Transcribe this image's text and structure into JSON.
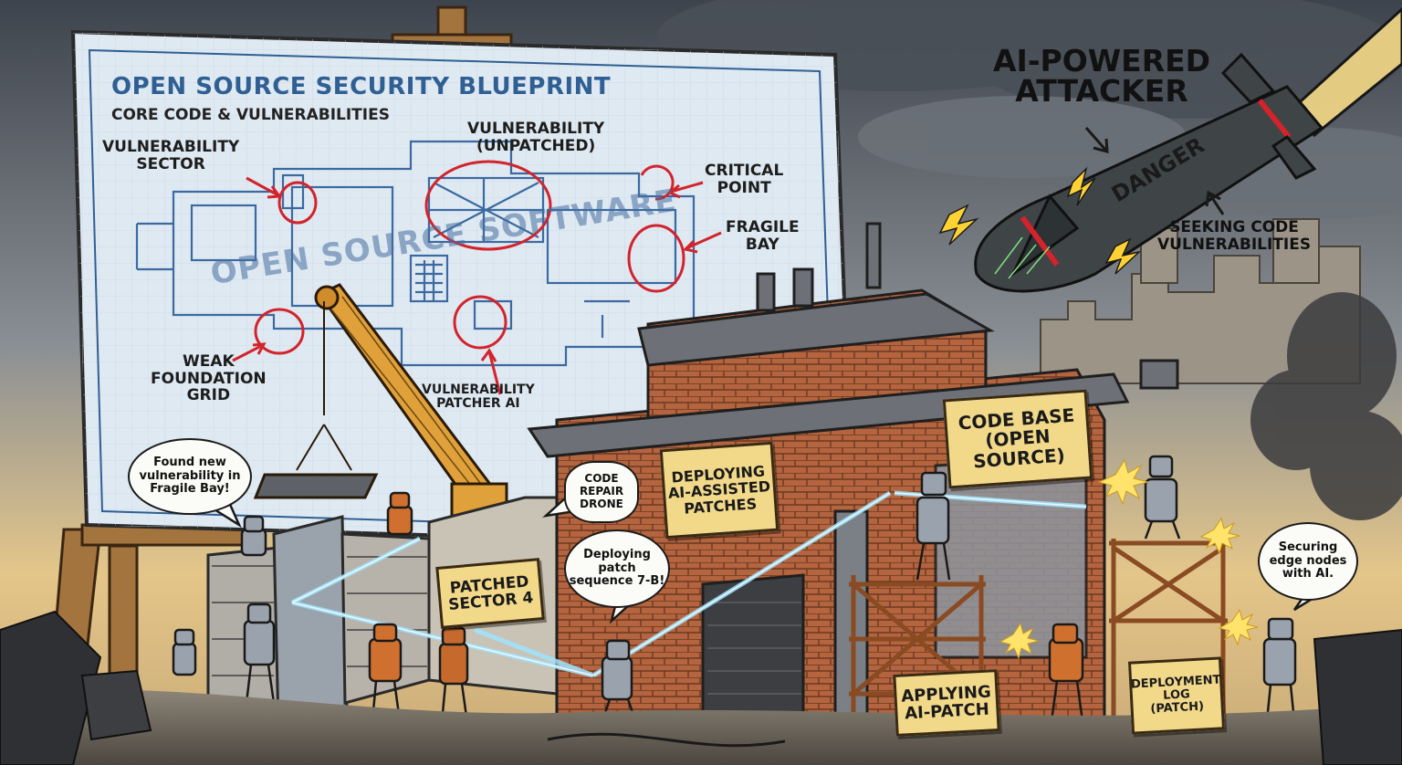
{
  "blueprint": {
    "title": "OPEN SOURCE SECURITY BLUEPRINT",
    "subtitle": "CORE CODE & VULNERABILITIES",
    "watermark": "OPEN SOURCE SOFTWARE",
    "labels": {
      "vulnerability_sector": "VULNERABILITY\nSECTOR",
      "vulnerability_unpatched": "VULNERABILITY\n(UNPATCHED)",
      "critical_point": "CRITICAL\nPOINT",
      "fragile_bay": "FRAGILE\nBAY",
      "weak_foundation": "WEAK\nFOUNDATION\nGRID",
      "patcher_ai": "VULNERABILITY\nPATCHER AI"
    }
  },
  "attacker": {
    "title": "AI-POWERED\nATTACKER",
    "missile_label": "DANGER",
    "seeking": "SEEKING CODE\nVULNERABILITIES"
  },
  "signs": {
    "code_base": "CODE BASE\n(OPEN SOURCE)",
    "deploying": "DEPLOYING\nAI-ASSISTED\nPATCHES",
    "patched_sector": "PATCHED\nSECTOR 4",
    "applying": "APPLYING\nAI-PATCH",
    "deployment_log": "DEPLOYMENT\nLOG\n(PATCH)"
  },
  "bubbles": {
    "found": "Found new\nvulnerability in\nFragile Bay!",
    "drone": "CODE\nREPAIR\nDRONE",
    "deploying_patch": "Deploying\npatch\nsequence 7-B!",
    "securing": "Securing\nedge nodes\nwith AI."
  },
  "colors": {
    "blueprint_ink": "#2f5f93",
    "blueprint_paper": "#dfe9f2",
    "annotation_red": "#d3232b",
    "sign_yellow": "#f2d98a",
    "brick": "#b0603a",
    "sky_warm": "#e8c98a",
    "laser": "#9fe4ff"
  }
}
